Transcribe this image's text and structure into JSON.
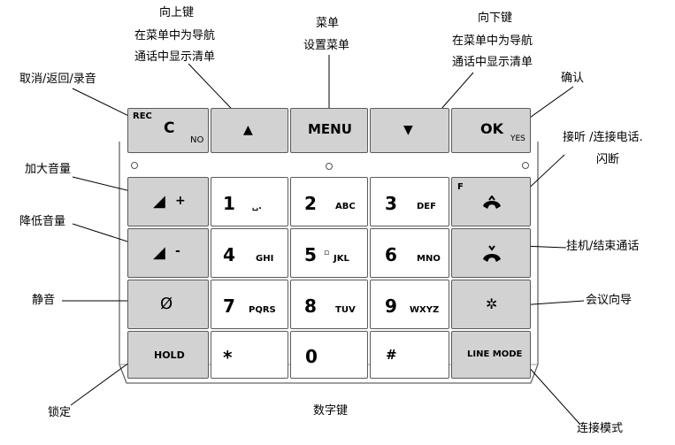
{
  "annotations": {
    "up_key": "向上键",
    "up_menu_nav": "在菜单中为导航",
    "up_call_clear": "通话中显示清单",
    "menu_title": "菜单",
    "menu_setup": "设置菜单",
    "down_key": "向下键",
    "down_menu_nav": "在菜单中为导航",
    "down_call_clear": "通话中显示清单",
    "cancel": "取消/返回/录音",
    "confirm": "确认",
    "answer_1": "接听  /连接电话.",
    "answer_2": "闪断",
    "vol_up": "加大音量",
    "vol_down": "降低音量",
    "hangup": "挂机/结束通话",
    "mute": "静音",
    "conference": "会议向导",
    "hold_lock": "锁定",
    "numeric_keys": "数字键",
    "line_mode": "连接模式"
  },
  "keys": {
    "c": {
      "main": "C",
      "top": "REC",
      "sub": "NO"
    },
    "up": {
      "glyph": "▲"
    },
    "menu": {
      "main": "MENU"
    },
    "down": {
      "glyph": "▼"
    },
    "ok": {
      "main": "OK",
      "sub": "YES"
    },
    "vol_up": {
      "glyph": "◢",
      "sign": "+"
    },
    "vol_down": {
      "glyph": "◢",
      "sign": "-"
    },
    "mute": {
      "glyph": "Ø"
    },
    "hold": {
      "main": "HOLD"
    },
    "flash": {
      "top": "F"
    },
    "conference": {
      "glyph": "✲"
    },
    "line_mode": {
      "main": "LINE MODE"
    },
    "k1": {
      "digit": "1",
      "letters": "␣."
    },
    "k2": {
      "digit": "2",
      "letters": "ABC"
    },
    "k3": {
      "digit": "3",
      "letters": "DEF"
    },
    "k4": {
      "digit": "4",
      "letters": "GHI"
    },
    "k5": {
      "digit": "5",
      "letters": "JKL",
      "dot": "▫"
    },
    "k6": {
      "digit": "6",
      "letters": "MNO"
    },
    "k7": {
      "digit": "7",
      "letters": "PQRS"
    },
    "k8": {
      "digit": "8",
      "letters": "TUV"
    },
    "k9": {
      "digit": "9",
      "letters": "WXYZ"
    },
    "kstar": {
      "digit": "*"
    },
    "k0": {
      "digit": "0"
    },
    "khash": {
      "digit": "#"
    }
  },
  "colors": {
    "key_grey": "#d2d2d2",
    "key_white": "#ffffff",
    "outline": "#5a5a5a"
  }
}
